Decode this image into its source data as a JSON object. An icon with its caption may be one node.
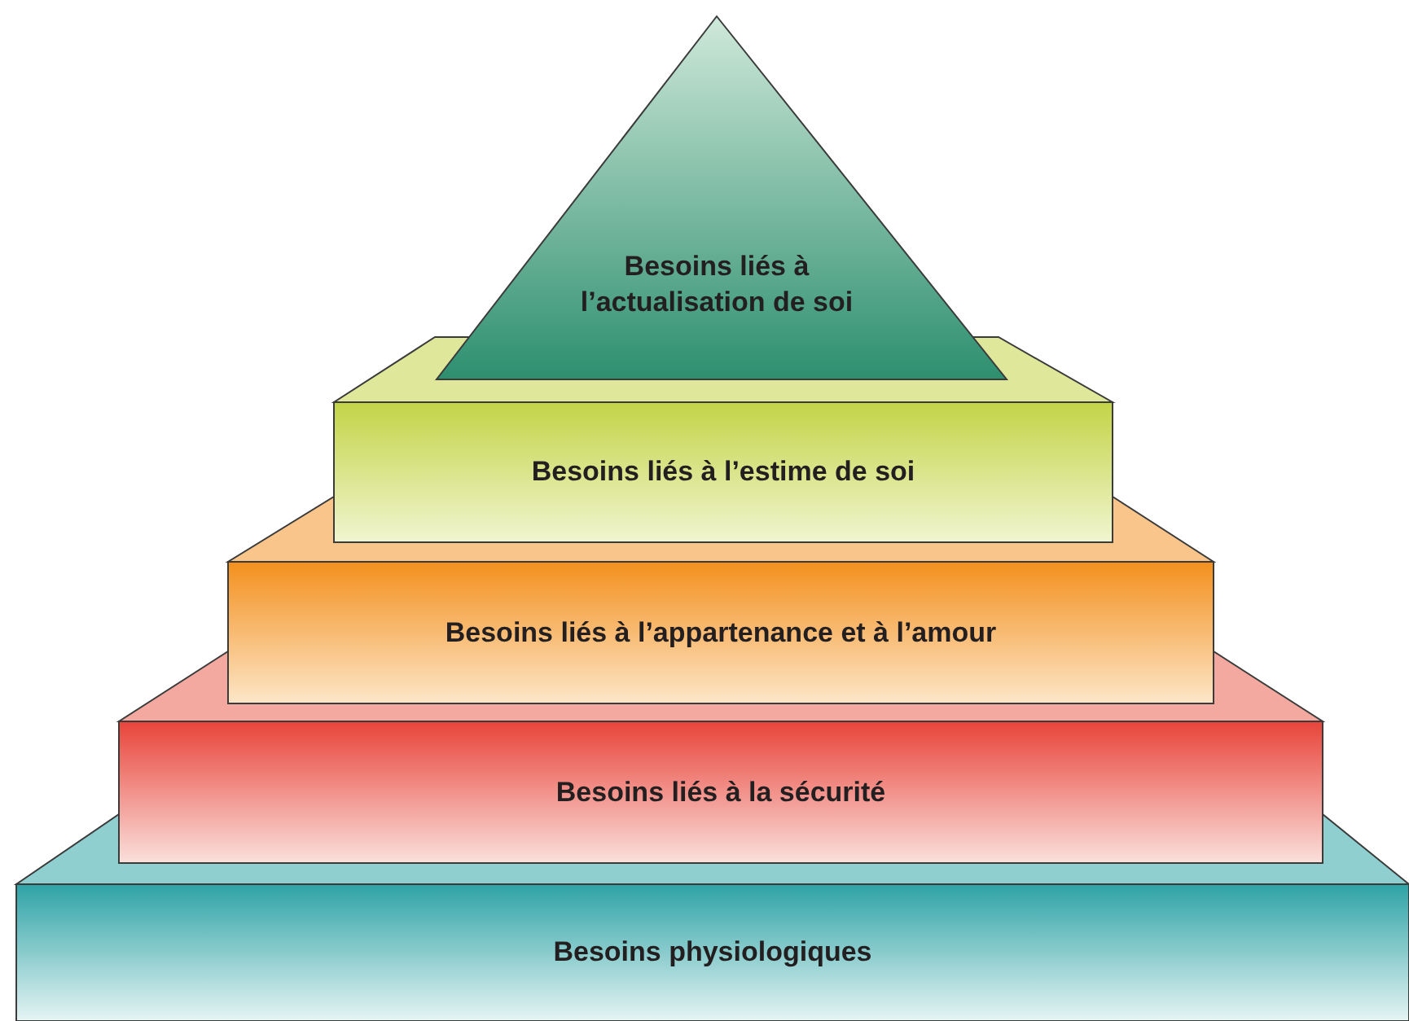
{
  "diagram": {
    "nodes": [
      {
        "text": [
          "Besoins liés à l’actualisation de soi"
        ]
      },
      {
        "text": [
          "Besoins liés à l’estime de soi"
        ]
      },
      {
        "text": [
          "Besoins liés à l’appartenance et à l’amour"
        ]
      },
      {
        "text": [
          "Besoins liés à la sécurité"
        ]
      },
      {
        "text": [
          "Besoins physiologiques"
        ]
      }
    ]
  }
}
